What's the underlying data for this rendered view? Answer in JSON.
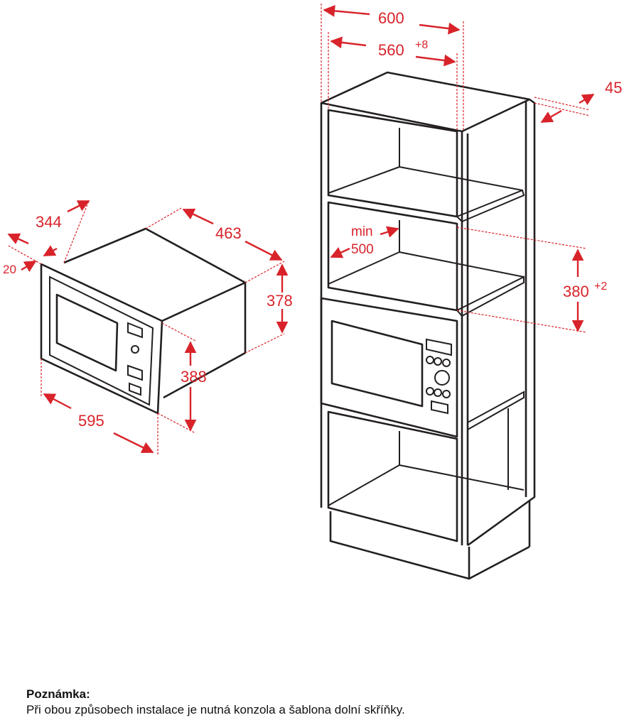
{
  "dimensions": {
    "cabinet_width": "600",
    "niche_width": "560",
    "niche_width_tolerance": "+8",
    "side_offset": "45",
    "min_depth_line1": "min",
    "min_depth_line2": "500",
    "niche_height": "380",
    "niche_height_tolerance": "+2",
    "appliance_depth": "344",
    "appliance_body_width": "463",
    "frame_depth": "20",
    "appliance_body_height": "378",
    "appliance_front_height": "388",
    "appliance_front_width": "595"
  },
  "colors": {
    "dimension": "#d8232a",
    "outline": "#231f20"
  },
  "note": {
    "title": "Poznámka:",
    "text": "Při obou způsobech instalace je nutná konzola a šablona dolní skříňky."
  }
}
